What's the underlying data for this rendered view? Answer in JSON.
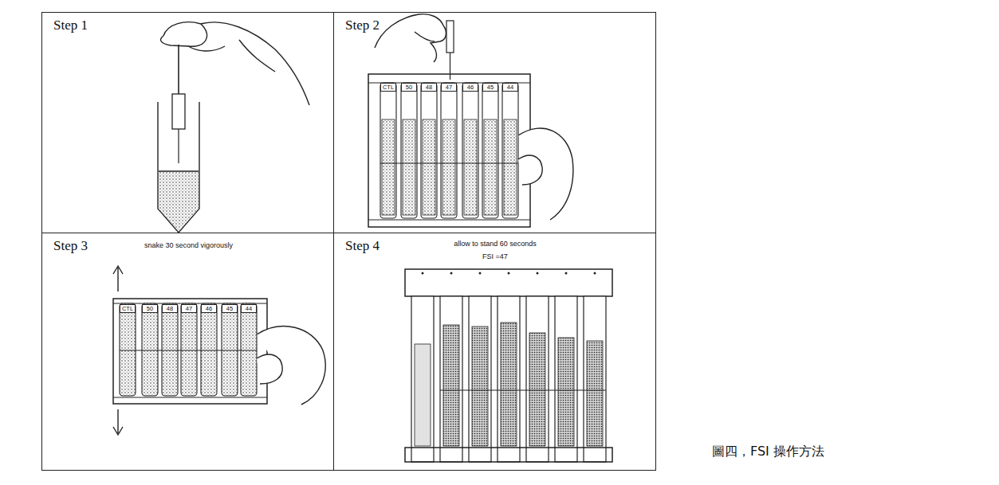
{
  "diagram": {
    "caption": "圖四，FSI 操作方法",
    "nodes": [
      {
        "text": [
          "Step 1"
        ]
      },
      {
        "text": [
          "Step 2"
        ]
      },
      {
        "text": [
          "Step 3",
          "snake 30 second vigorously"
        ]
      },
      {
        "text": [
          "Step 4",
          "allow to stand 60 seconds",
          "FSI =47"
        ]
      }
    ],
    "labels": [
      "CTL",
      "50",
      "48",
      "47",
      "46",
      "45",
      "44",
      "CTL",
      "50",
      "48",
      "47",
      "46",
      "45",
      "44"
    ]
  }
}
